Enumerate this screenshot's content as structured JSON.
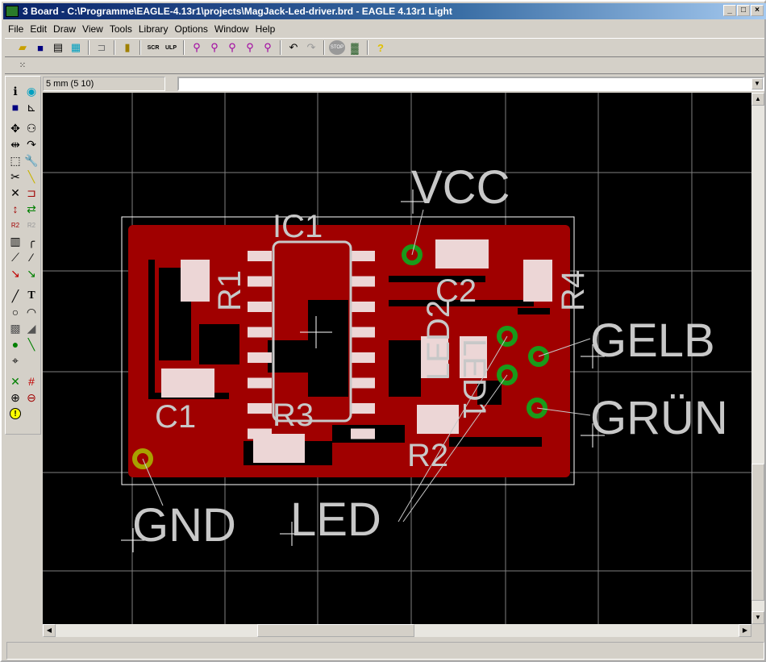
{
  "window": {
    "title": "3 Board - C:\\Programme\\EAGLE-4.13r1\\projects\\MagJack-Led-driver.brd - EAGLE 4.13r1 Light",
    "minimize": "_",
    "maximize": "□",
    "close": "×"
  },
  "menu": [
    "File",
    "Edit",
    "Draw",
    "View",
    "Tools",
    "Library",
    "Options",
    "Window",
    "Help"
  ],
  "toolbar": {
    "icons": [
      "open-icon",
      "save-icon",
      "print-icon",
      "cam-icon",
      "schematic-icon",
      "library-icon",
      "script-icon",
      "ulp-icon",
      "zoom-fit-icon",
      "zoom-in-icon",
      "zoom-out-icon",
      "zoom-redraw-icon",
      "zoom-select-icon",
      "undo-icon",
      "redo-icon",
      "stop-icon",
      "go-icon",
      "help-icon"
    ],
    "script_label": "SCR",
    "ulp_label": "ULP",
    "stop_label": "STOP",
    "help_label": "?"
  },
  "coordinate_display": "5 mm (5 10)",
  "command_input": "",
  "board": {
    "labels": [
      "VCC",
      "IC1",
      "R1",
      "C2",
      "R4",
      "LED2",
      "LED1",
      "GELB",
      "GRÜN",
      "C1",
      "R3",
      "R2",
      "GND",
      "LED"
    ],
    "colors": {
      "background": "#000000",
      "copper": "#a00000",
      "pad": "#ecd6d6",
      "via_ring": "#1a9a1a",
      "grid": "#808080",
      "outline": "#ffffff"
    }
  }
}
